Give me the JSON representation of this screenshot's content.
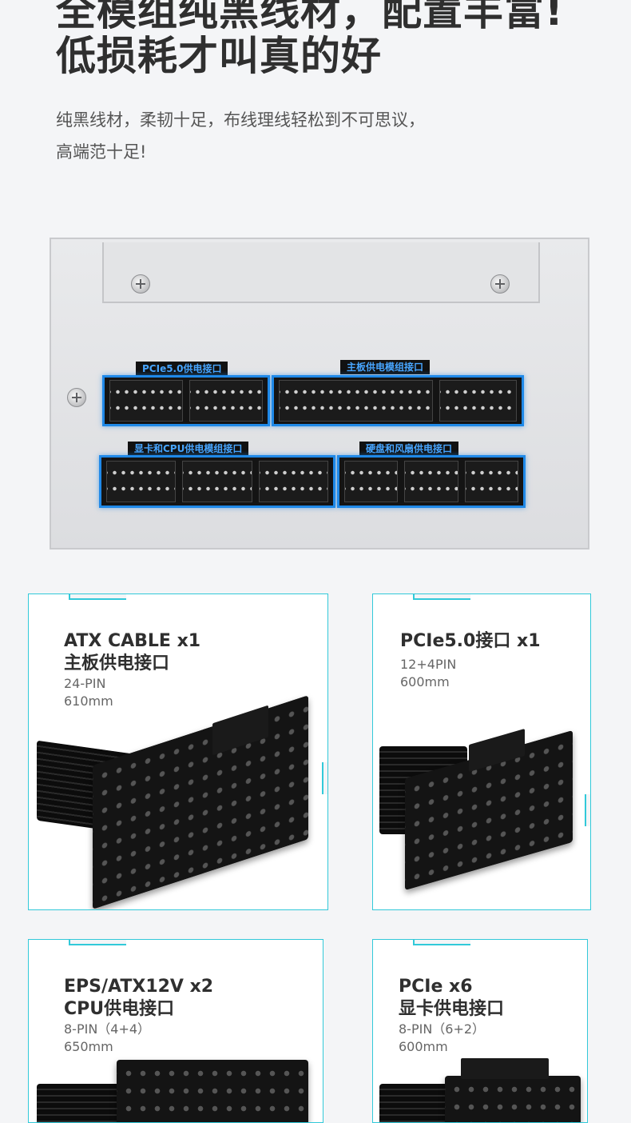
{
  "headline": {
    "line1": "全模组纯黑线材，配置丰富!",
    "line2": "低损耗才叫真的好"
  },
  "description": {
    "line1": "纯黑线材，柔韧十足，布线理线轻松到不可思议，",
    "line2": "高端范十足!"
  },
  "psu_panel": {
    "labels": {
      "pcie5": "PCIe5.0供电接口",
      "motherboard": "主板供电模组接口",
      "gpu_cpu": "显卡和CPU供电模组接口",
      "disk_fan": "硬盘和风扇供电接口"
    },
    "accent": "#1f89e8"
  },
  "cables": [
    {
      "title": "ATX CABLE   x1",
      "name": "主板供电接口",
      "spec": "24-PIN",
      "length": "610mm"
    },
    {
      "title": "PCIe5.0接口  x1",
      "name": "",
      "spec": "12+4PIN",
      "length": "600mm"
    },
    {
      "title": "EPS/ATX12V   x2",
      "name": "CPU供电接口",
      "spec": "8-PIN（4+4）",
      "length": "650mm"
    },
    {
      "title": "PCIe    x6",
      "name": "显卡供电接口",
      "spec": "8-PIN（6+2）",
      "length": "600mm"
    }
  ],
  "colors": {
    "card_border": "#32c9d9",
    "background": "#f4f5f7"
  }
}
